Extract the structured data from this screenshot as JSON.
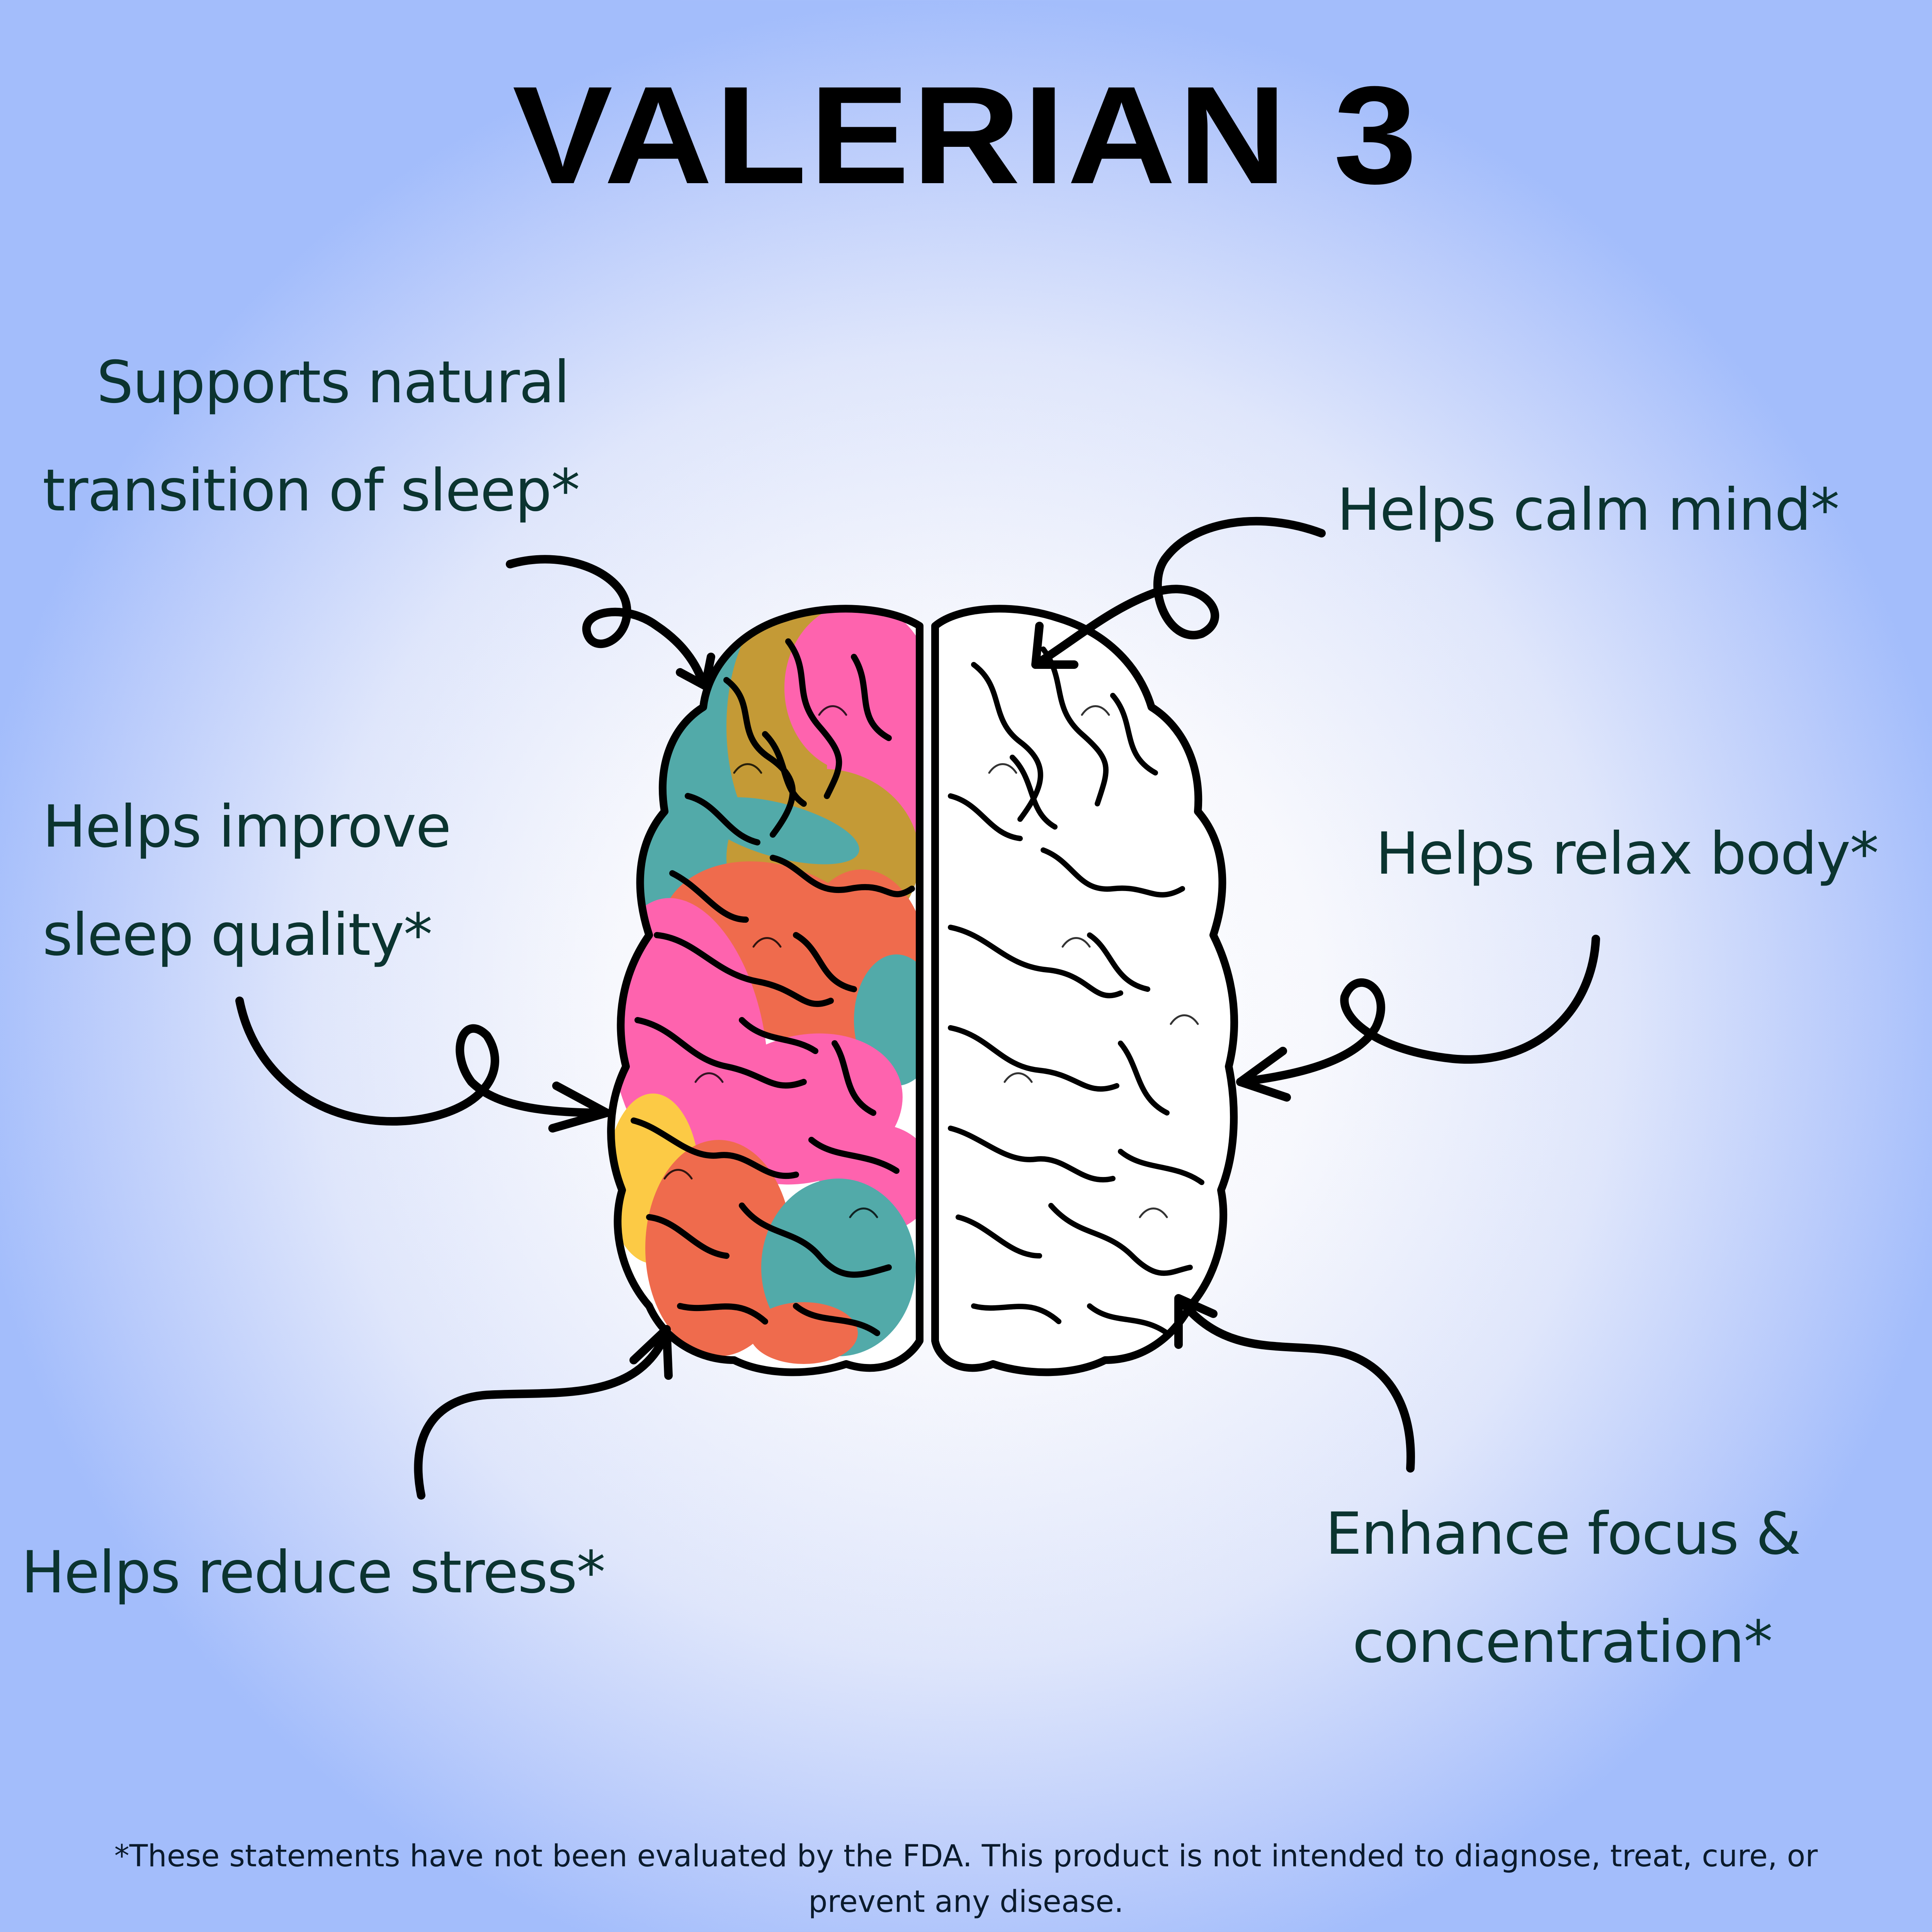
{
  "header": {
    "title": "VALERIAN 3"
  },
  "benefits": [
    {
      "id": "natural-transition",
      "lines": [
        "Supports natural",
        "transition of sleep*"
      ]
    },
    {
      "id": "calm-mind",
      "lines": [
        "Helps calm mind*"
      ]
    },
    {
      "id": "sleep-quality",
      "lines": [
        "Helps improve",
        "sleep quality*"
      ]
    },
    {
      "id": "relax-body",
      "lines": [
        "Helps relax body*"
      ]
    },
    {
      "id": "reduce-stress",
      "lines": [
        "Helps reduce stress*"
      ]
    },
    {
      "id": "focus",
      "lines": [
        "Enhance focus &",
        "concentration*"
      ]
    }
  ],
  "illustration": {
    "subject": "brain-top-view",
    "left_hemisphere": "colorful",
    "right_hemisphere": "line-art",
    "palette": {
      "teal": "#52aaa9",
      "pink": "#fe63ae",
      "ochre": "#c49a36",
      "coral": "#ef6b4d",
      "yellow": "#fcca45",
      "outline": "#000000"
    }
  },
  "colors": {
    "text": "#0b3430",
    "title": "#000000",
    "bg_center": "#ffffff",
    "bg_edge": "#a3bdfb"
  },
  "footer": {
    "disclaimer_lines": [
      "*These statements have not been evaluated by the FDA. This product is not intended to diagnose, treat, cure, or",
      "prevent any disease."
    ]
  }
}
